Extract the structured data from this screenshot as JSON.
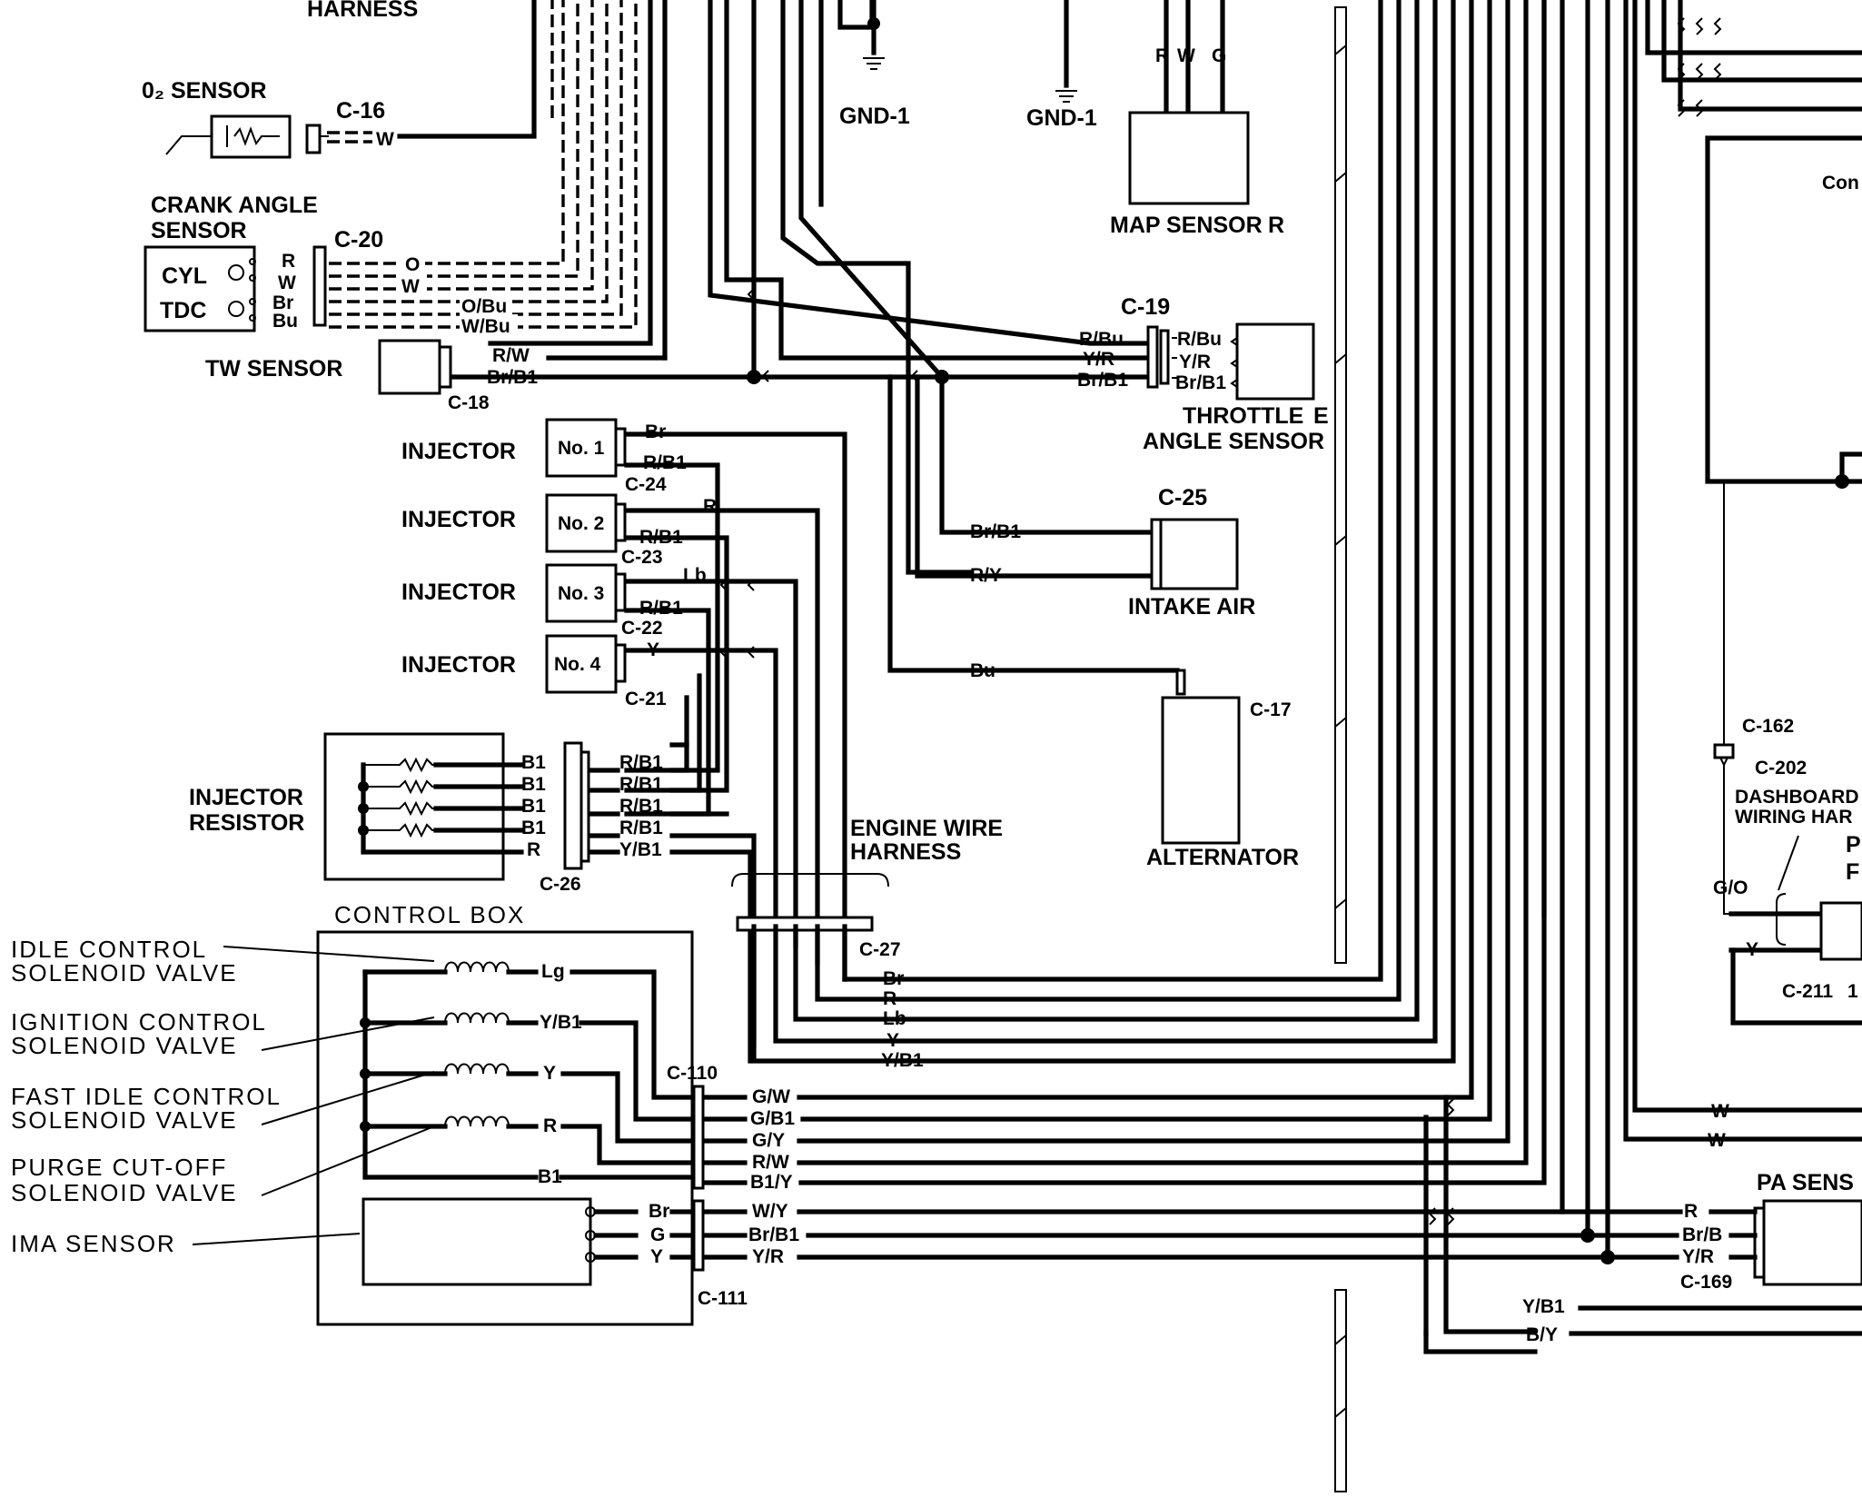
{
  "harness_top": "HARNESS",
  "components": {
    "o2_sensor": "0₂ SENSOR",
    "crank_angle_sensor": [
      "CRANK ANGLE",
      "SENSOR"
    ],
    "cyl": "CYL",
    "tdc": "TDC",
    "tw_sensor": "TW SENSOR",
    "map_sensor": "MAP SENSOR",
    "map_suffix": "R",
    "throttle_angle_sensor": [
      "THROTTLE",
      "ANGLE SENSOR"
    ],
    "throttle_suffix": "E",
    "intake_air": "INTAKE AIR",
    "alternator": "ALTERNATOR",
    "injector_word": "INJECTOR",
    "injector_no1": "No. 1",
    "injector_no2": "No. 2",
    "injector_no3": "No. 3",
    "injector_no4": "No. 4",
    "injector_resistor": [
      "INJECTOR",
      "RESISTOR"
    ],
    "engine_wire_harness": [
      "ENGINE WIRE",
      "HARNESS"
    ],
    "control_box": "CONTROL BOX",
    "dashboard_wiring": [
      "DASHBOARD",
      "WIRING HAR"
    ],
    "pa_sensor": "PA SENS",
    "con_partial": "Con",
    "p_partial": "P",
    "f_partial": "F",
    "one_partial": "1"
  },
  "callouts": {
    "idle": [
      "IDLE CONTROL",
      "SOLENOID VALVE"
    ],
    "ignition": [
      "IGNITION CONTROL",
      "SOLENOID VALVE"
    ],
    "fast_idle": [
      "FAST IDLE CONTROL",
      "SOLENOID VALVE"
    ],
    "purge": [
      "PURGE CUT-OFF",
      "SOLENOID VALVE"
    ],
    "ima": "IMA SENSOR"
  },
  "connectors": {
    "c16": "C-16",
    "c20": "C-20",
    "c18": "C-18",
    "c19": "C-19",
    "c24": "C-24",
    "c23": "C-23",
    "c22": "C-22",
    "c21": "C-21",
    "c25": "C-25",
    "c17": "C-17",
    "c26": "C-26",
    "c27": "C-27",
    "c110": "C-110",
    "c111": "C-111",
    "c162": "C-162",
    "c202": "C-202",
    "c211": "C-211",
    "c169": "C-169"
  },
  "grounds": {
    "gnd_a": "GND-1",
    "gnd_b": "GND-1"
  },
  "map_pins": [
    "R",
    "W",
    "G"
  ],
  "wires": {
    "o2": "W",
    "crank_pins": [
      "R",
      "W",
      "Br",
      "Bu"
    ],
    "crank_run": [
      "O",
      "W",
      "O/Bu",
      "W/Bu"
    ],
    "tw": [
      "R/W",
      "Br/B1"
    ],
    "throttle_left": [
      "R/Bu",
      "Y/R",
      "Br/B1"
    ],
    "throttle_right": [
      "R/Bu",
      "Y/R",
      "Br/B1"
    ],
    "inj1": [
      "Br",
      "R/B1"
    ],
    "inj2": [
      "R",
      "R/B1"
    ],
    "inj3": [
      "Lb",
      "R/B1"
    ],
    "inj4": [
      "Y"
    ],
    "intake": [
      "Br/B1",
      "R/Y"
    ],
    "alt": "Bu",
    "resistor_left": [
      "B1",
      "B1",
      "B1",
      "B1",
      "R"
    ],
    "resistor_right": [
      "R/B1",
      "R/B1",
      "R/B1",
      "R/B1",
      "Y/B1"
    ],
    "c27_out": [
      "Br",
      "R",
      "Lb",
      "Y",
      "Y/B1"
    ],
    "solenoids": [
      "Lg",
      "Y/B1",
      "Y",
      "R",
      "B1"
    ],
    "ima_pins": [
      "Br",
      "G",
      "Y"
    ],
    "c110_out": [
      "G/W",
      "G/B1",
      "G/Y",
      "R/W",
      "B1/Y"
    ],
    "c111_out": [
      "W/Y",
      "Br/B1",
      "Y/R"
    ],
    "bottom": [
      "Y/B1",
      "B/Y"
    ],
    "right_w": [
      "W",
      "W"
    ],
    "pa_pins": [
      "R",
      "Br/B",
      "Y/R"
    ],
    "go": "G/O",
    "y_right": "Y"
  }
}
